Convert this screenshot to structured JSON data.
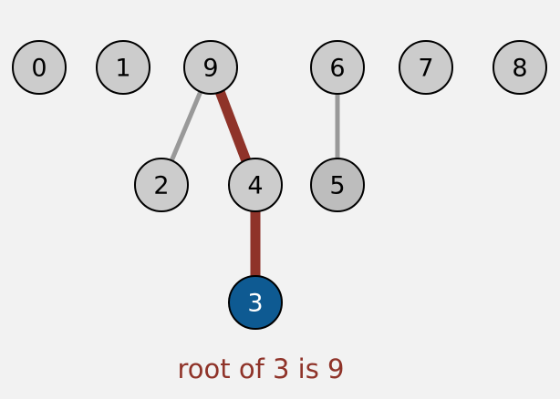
{
  "diagram": {
    "nodes": [
      {
        "id": "0",
        "label": "0",
        "state": "normal"
      },
      {
        "id": "1",
        "label": "1",
        "state": "normal"
      },
      {
        "id": "9",
        "label": "9",
        "state": "normal"
      },
      {
        "id": "6",
        "label": "6",
        "state": "normal"
      },
      {
        "id": "7",
        "label": "7",
        "state": "normal"
      },
      {
        "id": "8",
        "label": "8",
        "state": "normal"
      },
      {
        "id": "2",
        "label": "2",
        "state": "normal"
      },
      {
        "id": "4",
        "label": "4",
        "state": "normal"
      },
      {
        "id": "5",
        "label": "5",
        "state": "normal"
      },
      {
        "id": "3",
        "label": "3",
        "state": "query"
      }
    ],
    "edges": [
      {
        "from": "9",
        "to": "2",
        "highlight": false
      },
      {
        "from": "9",
        "to": "4",
        "highlight": true
      },
      {
        "from": "6",
        "to": "5",
        "highlight": false
      },
      {
        "from": "4",
        "to": "3",
        "highlight": true
      }
    ],
    "caption": "root of 3 is 9"
  },
  "colors": {
    "background": "#f2f2f2",
    "node_fill": "#cccccc",
    "node_fill_dark": "#bdbdbd",
    "node_stroke": "#000000",
    "edge_normal": "#999999",
    "edge_highlight": "#8f3329",
    "query_fill": "#0e5a92",
    "query_text": "#ffffff",
    "caption": "#8f3329"
  }
}
